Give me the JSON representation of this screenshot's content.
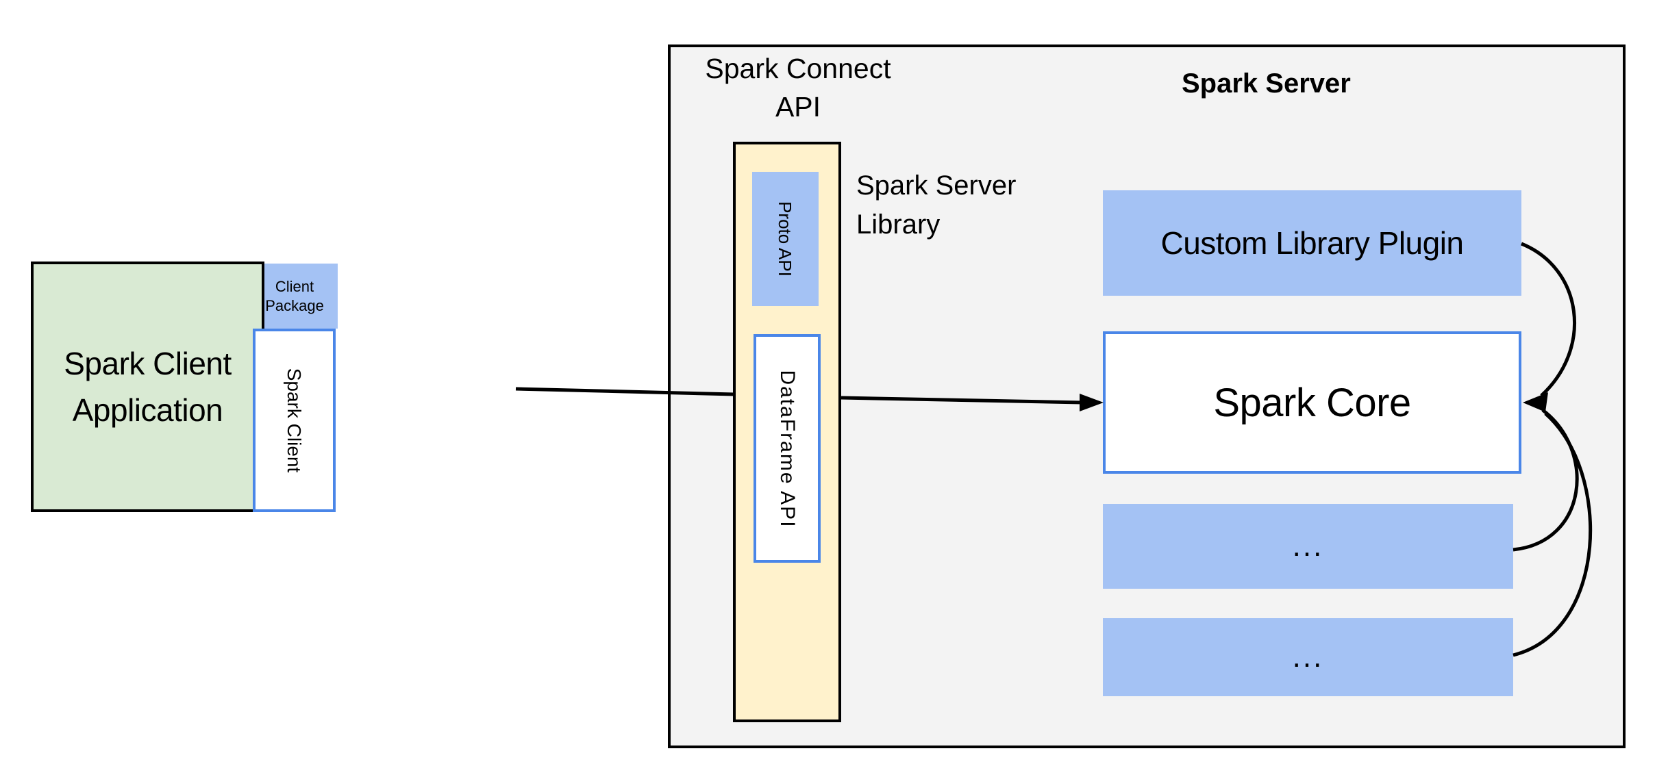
{
  "colors": {
    "blue-fill": "#a4c2f4",
    "yellow-fill": "#fff2cc",
    "green-fill": "#d9ead3",
    "gray-fill": "#f3f3f3",
    "blue-border": "#4a86e8",
    "line": "#000000",
    "text": "#000000",
    "bg": "#ffffff"
  },
  "client": {
    "app_line1": "Spark Client",
    "app_line2": "Application",
    "package_line1": "Client",
    "package_line2": "Package",
    "client_vertical": "Spark Client"
  },
  "connect": {
    "api_line1": "Spark Connect",
    "api_line2": "API",
    "proto": "Proto API",
    "dataframe": "DataFrame API",
    "library_line1": "Spark Server",
    "library_line2": "Library"
  },
  "server": {
    "title": "Spark Server",
    "plugin": "Custom Library Plugin",
    "core": "Spark Core",
    "more1": "...",
    "more2": "..."
  }
}
